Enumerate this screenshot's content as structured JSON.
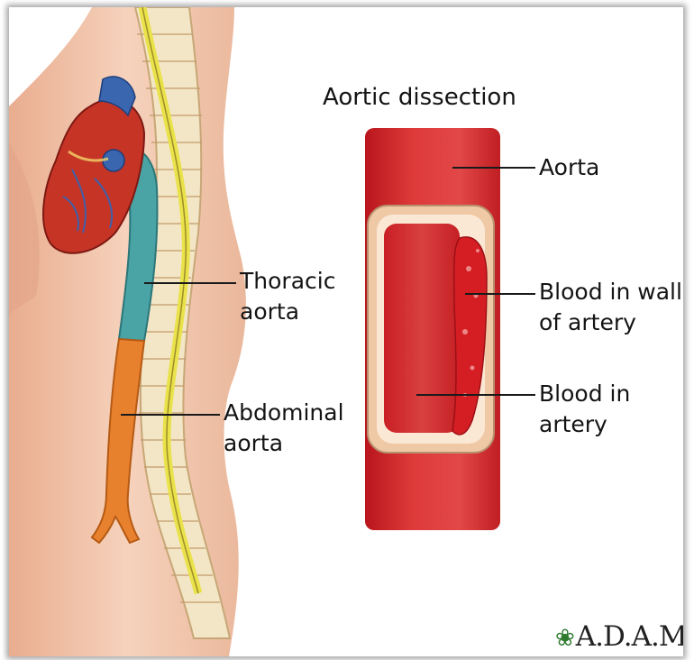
{
  "title": "Aortic dissection",
  "labels": {
    "aorta": "Aorta",
    "thoracic_1": "Thoracic",
    "thoracic_2": "aorta",
    "abdominal_1": "Abdominal",
    "abdominal_2": "aorta",
    "blood_wall_1": "Blood in wall",
    "blood_wall_2": "of artery",
    "blood_artery_1": "Blood in",
    "blood_artery_2": "artery"
  },
  "logo": {
    "text": "A.D.A.M.",
    "icon": "leaf-icon"
  },
  "colors": {
    "skin": "#f2c4a8",
    "aorta": "#d62a2c",
    "thoracic": "#4aa4a6",
    "abdominal": "#e8812e",
    "spinal_cord": "#e9e24a"
  }
}
